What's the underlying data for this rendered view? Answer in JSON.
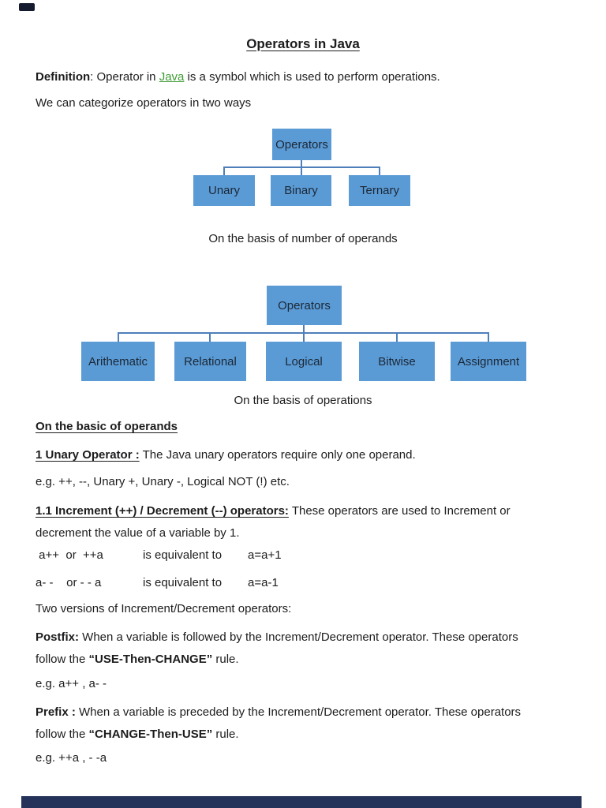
{
  "doc": {
    "title": "Operators in Java",
    "definition": {
      "label": "Definition",
      "pre": ": Operator in ",
      "link": "Java",
      "post": " is a symbol which is used to perform operations."
    },
    "categorize_line": "We can categorize operators in two ways"
  },
  "diagram1": {
    "root": "Operators",
    "children": [
      "Unary",
      "Binary",
      "Ternary"
    ],
    "caption": "On the basis of number of operands"
  },
  "diagram2": {
    "root": "Operators",
    "children": [
      "Arithematic",
      "Relational",
      "Logical",
      "Bitwise",
      "Assignment"
    ],
    "caption": "On the basis of operations"
  },
  "sections": {
    "heading_operands": "On the basic of operands",
    "unary": {
      "lead": "1 Unary Operator :",
      "text": " The Java unary operators require only one operand."
    },
    "unary_eg": "e.g. ++, --, Unary +, Unary -, Logical NOT (!) etc.",
    "incdec": {
      "lead": "1.1 Increment (++) / Decrement (--) operators:",
      "text1": " These operators are used to Increment or",
      "text2": "decrement the value of a variable by 1."
    },
    "equiv1": {
      "left": " a++  or  ++a",
      "mid": "is equivalent to",
      "right": "a=a+1"
    },
    "equiv2": {
      "left": "a- -    or - - a",
      "mid": "is equivalent to",
      "right": "a=a-1"
    },
    "two_versions": "Two versions of Increment/Decrement operators:",
    "postfix": {
      "lead": "Postfix:",
      "text1": " When a variable is followed by the Increment/Decrement operator. These operators",
      "text2a": "follow the ",
      "rule": "“USE-Then-CHANGE”",
      "text2b": " rule."
    },
    "postfix_eg": "e.g. a++ , a- -",
    "prefix": {
      "lead": "Prefix :",
      "text1": " When a variable is preceded by the Increment/Decrement operator. These operators",
      "text2a": "follow the ",
      "rule": "“CHANGE-Then-USE”",
      "text2b": " rule."
    },
    "prefix_eg": "e.g. ++a , - -a"
  },
  "colors": {
    "box_fill": "#5b9bd5",
    "connector": "#4e7fba",
    "link_green": "#3f9c35",
    "body_text": "#1c1c1e",
    "bottom_bar": "#25335a"
  }
}
